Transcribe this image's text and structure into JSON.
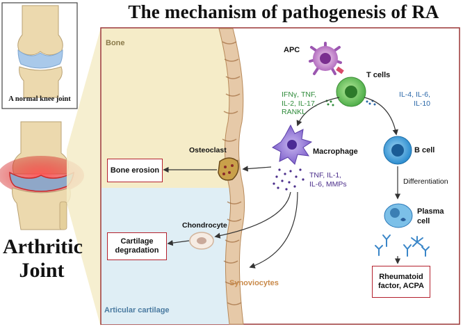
{
  "title": "The mechanism of pathogenesis of RA",
  "left": {
    "normal_caption": "A normal knee joint",
    "arthritic_label_line1": "Arthritic",
    "arthritic_label_line2": "Joint"
  },
  "regions": {
    "bone": "Bone",
    "articular_cartilage": "Articular cartilage"
  },
  "cells": {
    "apc": "APC",
    "t_cells": "T cells",
    "osteoclast": "Osteoclast",
    "macrophage": "Macrophage",
    "b_cell": "B cell",
    "chondrocyte": "Chondrocyte",
    "plasma_cell_line1": "Plasma",
    "plasma_cell_line2": "cell",
    "synoviocytes": "Synoviocytes"
  },
  "cytokines": {
    "th1_lines": [
      "IFNγ, TNF,",
      "IL-2, IL-17,",
      "RANKL"
    ],
    "th2_lines": [
      "IL-4, IL-6,",
      "IL-10"
    ],
    "macrophage_lines": [
      "TNF, IL-1,",
      "IL-6, MMPs"
    ]
  },
  "process": {
    "differentiation": "Differentiation"
  },
  "outcomes": {
    "bone_erosion": "Bone erosion",
    "cartilage_line1": "Cartilage",
    "cartilage_line2": "degradation",
    "rf_line1": "Rheumatoid",
    "rf_line2": "factor, ACPA"
  },
  "colors": {
    "border_red": "#b3202c",
    "bone_fill": "#f5ecc8",
    "cartilage_fill": "#dfeef5",
    "th1_green": "#2e8b3a",
    "th2_blue": "#2a67a8",
    "mac_purple": "#4a2d8a",
    "synovio_orange": "#c98a4a"
  }
}
